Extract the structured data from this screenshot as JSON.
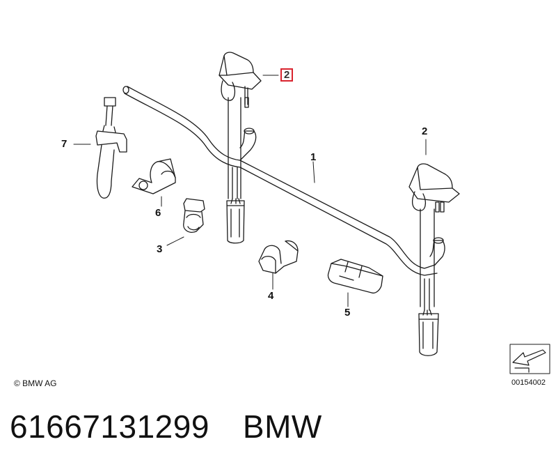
{
  "callouts": {
    "c1": "1",
    "c2_top": "2",
    "c2_right": "2",
    "c3": "3",
    "c4": "4",
    "c5": "5",
    "c6": "6",
    "c7": "7"
  },
  "copyright": "© BMW AG",
  "diagram_code": "00154002",
  "footer": {
    "part_number": "61667131299",
    "brand": "BMW"
  },
  "colors": {
    "highlight": "#d9232e",
    "line": "#1a1a1a"
  }
}
